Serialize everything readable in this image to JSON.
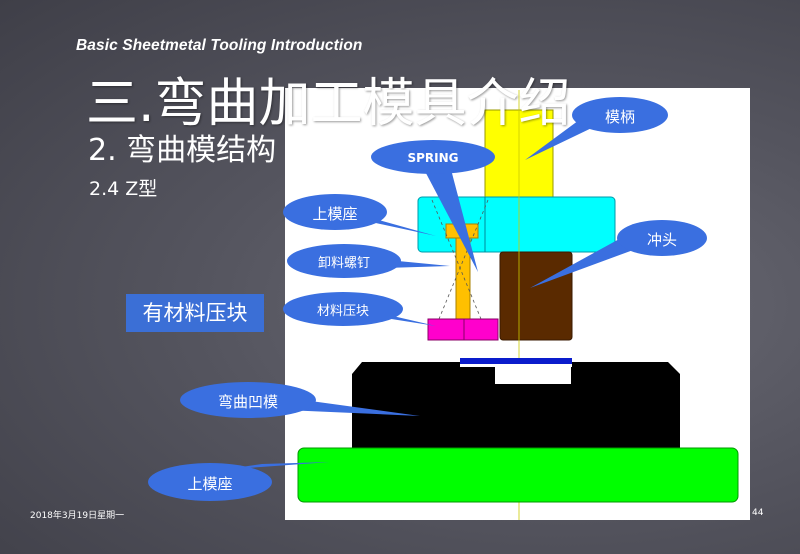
{
  "header": {
    "title": "Basic Sheetmetal Tooling Introduction"
  },
  "slide": {
    "section_title": "三.弯曲加工模具介绍",
    "sub_title": "2. 弯曲模结构",
    "item_title": "2.4  Z型",
    "side_label": "有材料压块"
  },
  "callouts": {
    "shank": "模柄",
    "spring": "SPRING",
    "upper_die_seat_top": "上模座",
    "stripper_screw": "卸料螺钉",
    "pressure_pad": "材料压块",
    "punch": "冲头",
    "bending_die": "弯曲凹模",
    "upper_die_seat_bottom": "上模座"
  },
  "footer": {
    "date": "2018年3月19日星期一",
    "page": "44"
  },
  "colors": {
    "shank": "#ffff00",
    "die_seat": "#00ffff",
    "punch": "#5a2a00",
    "pin": "#ffc000",
    "pad": "#ff00cc",
    "die": "#000000",
    "base": "#00ff00",
    "callout": "#3a6fe0"
  }
}
